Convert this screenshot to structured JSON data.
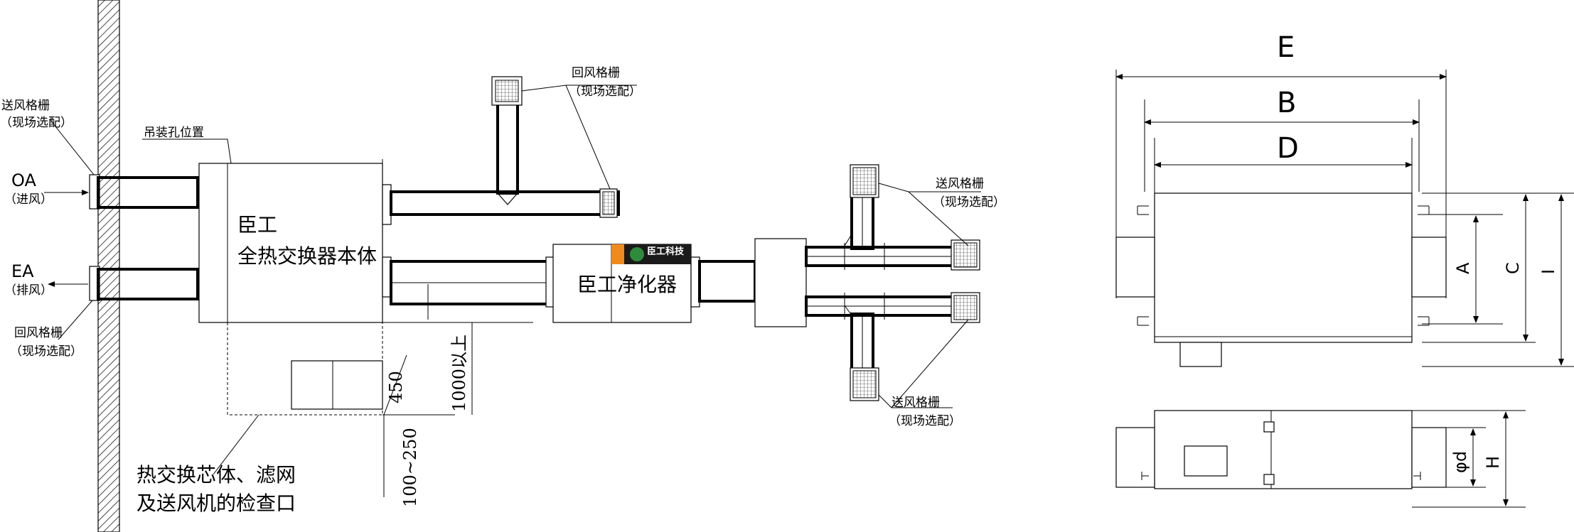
{
  "labels": {
    "supply_grille_left": "送风格栅",
    "supply_grille_left_sub": "（现场选配）",
    "hoist_hole": "吊装孔位置",
    "oa": "OA",
    "oa_sub": "（进风）",
    "ea": "EA",
    "ea_sub": "（排风）",
    "return_grille_left": "回风格栅",
    "return_grille_left_sub": "（现场选配）",
    "return_grille_top": "回风格栅",
    "return_grille_top_sub": "（现场选配）",
    "unit_brand": "臣工",
    "unit_name": "全热交换器本体",
    "purifier": "臣工净化器",
    "logo_text": "臣工科技",
    "supply_grille_right_top": "送风格栅",
    "supply_grille_right_top_sub": "（现场选配）",
    "supply_grille_right_bottom": "送风格栅",
    "supply_grille_right_bottom_sub": "（现场选配）",
    "inspection_line1": "热交换芯体、滤网",
    "inspection_line2": "及送风机的检查口",
    "dim_450": "450",
    "dim_1000": "1000以上",
    "dim_100_250": "100~250"
  },
  "dimension_letters": {
    "E": "E",
    "B": "B",
    "D": "D",
    "A": "A",
    "C": "C",
    "I": "I",
    "phi_d": "φd",
    "H": "H"
  },
  "colors": {
    "line": "#000000",
    "wall_hatch": "#000000",
    "logo_orange": "#f08a1c",
    "logo_green": "#2f8a3c",
    "logo_dark": "#1a1a1a"
  }
}
